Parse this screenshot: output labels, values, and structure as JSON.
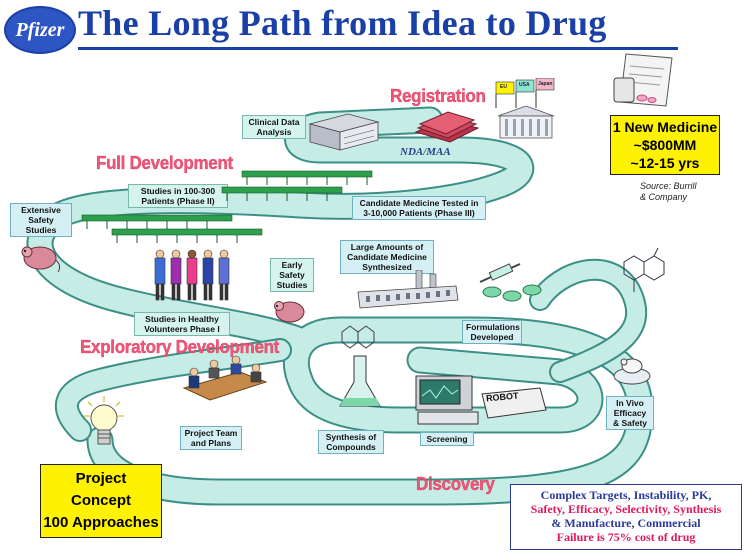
{
  "header": {
    "logo_text": "Pfizer",
    "title": "The Long Path from Idea to Drug"
  },
  "sections": {
    "registration": "Registration",
    "full_development": "Full Development",
    "exploratory_development": "Exploratory Development",
    "discovery": "Discovery"
  },
  "flags": [
    "EU",
    "USA",
    "Japan"
  ],
  "documents_label": "NDA/MAA",
  "steps": {
    "clinical_data_analysis": "Clinical Data Analysis",
    "studies_phase_ii": "Studies in 100-300 Patients (Phase II)",
    "phase_iii": "Candidate Medicine Tested in 3-10,000 Patients (Phase III)",
    "extensive_safety": "Extensive Safety Studies",
    "large_amounts": "Large Amounts of Candidate Medicine Synthesized",
    "early_safety": "Early Safety Studies",
    "healthy_volunteers": "Studies in Healthy Volunteers Phase I",
    "formulations": "Formulations Developed",
    "in_vivo": "In Vivo Efficacy & Safety",
    "project_team": "Project Team and Plans",
    "synthesis": "Synthesis of Compounds",
    "screening": "Screening"
  },
  "robot_label": "ROBOT",
  "result": {
    "line1": "1 New Medicine",
    "line2": "~$800MM",
    "line3": "~12-15 yrs"
  },
  "source": {
    "line1": "Source: Burrill",
    "line2": "& Company"
  },
  "concept": {
    "line1": "Project",
    "line2": "Concept",
    "line3": "100 Approaches"
  },
  "challenges": {
    "line1": "Complex Targets, Instability, PK,",
    "line2": "Safety, Efficacy, Selectivity, Synthesis",
    "line3": "& Manufacture, Commercial",
    "line4": "Failure is 75% cost of drug"
  },
  "colors": {
    "title": "#1a3fa6",
    "section": "#f25578",
    "road": "#c6ece6",
    "road_edge": "#3c8f86",
    "highlight": "#fff200"
  }
}
